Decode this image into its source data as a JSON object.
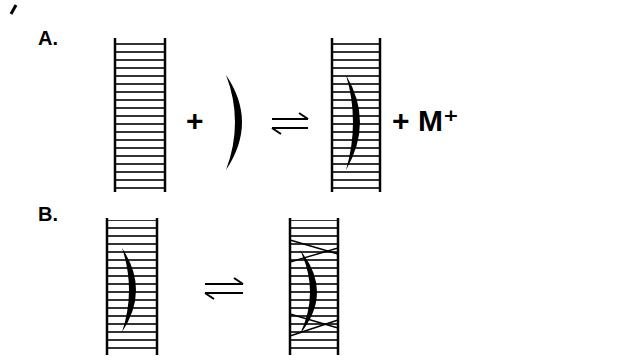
{
  "diagram": {
    "labels": [
      "A.",
      "+",
      "+",
      "M⁺",
      "B."
    ]
  }
}
